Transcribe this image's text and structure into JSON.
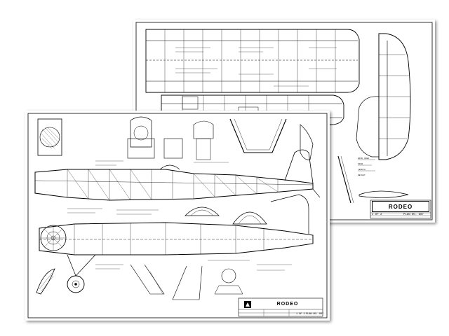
{
  "sheets": [
    {
      "id": "back",
      "title": "RODEO",
      "sheet_label": "2 OF 2",
      "plan_no": "PLAN NO. 987",
      "legend": {
        "wing_area": "WING AREA",
        "span": "SPAN",
        "length": "LENGTH",
        "weight": "WEIGHT"
      }
    },
    {
      "id": "front",
      "title": "RODEO",
      "sheet_label": "1 OF 2",
      "plan_no": "PLAN NO. 987"
    }
  ],
  "colors": {
    "ink": "#000000",
    "paper": "#ffffff",
    "shadow": "#555555"
  },
  "icons": [
    "designer-logo-icon"
  ]
}
